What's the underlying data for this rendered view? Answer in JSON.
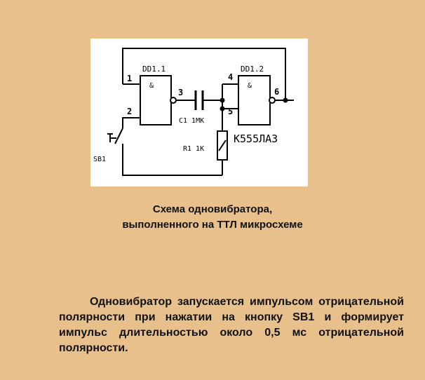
{
  "schematic": {
    "gate1_name": "DD1.1",
    "gate2_name": "DD1.2",
    "gate_symbol": "&",
    "pin_1": "1",
    "pin_2": "2",
    "pin_3": "3",
    "pin_4": "4",
    "pin_5": "5",
    "pin_6": "6",
    "capacitor_label": "C1 1MK",
    "resistor_label": "R1 1K",
    "button_label": "SB1",
    "chip_label": "К555ЛА3"
  },
  "caption": {
    "line1": "Схема одновибратора,",
    "line2": "выполненного на ТТЛ микросхеме"
  },
  "description": "Одновибратор запускается импульсом отрицательной полярности при нажатии на кнопку SB1 и формирует импульс длительностью около 0,5 мс отрицательной полярности."
}
